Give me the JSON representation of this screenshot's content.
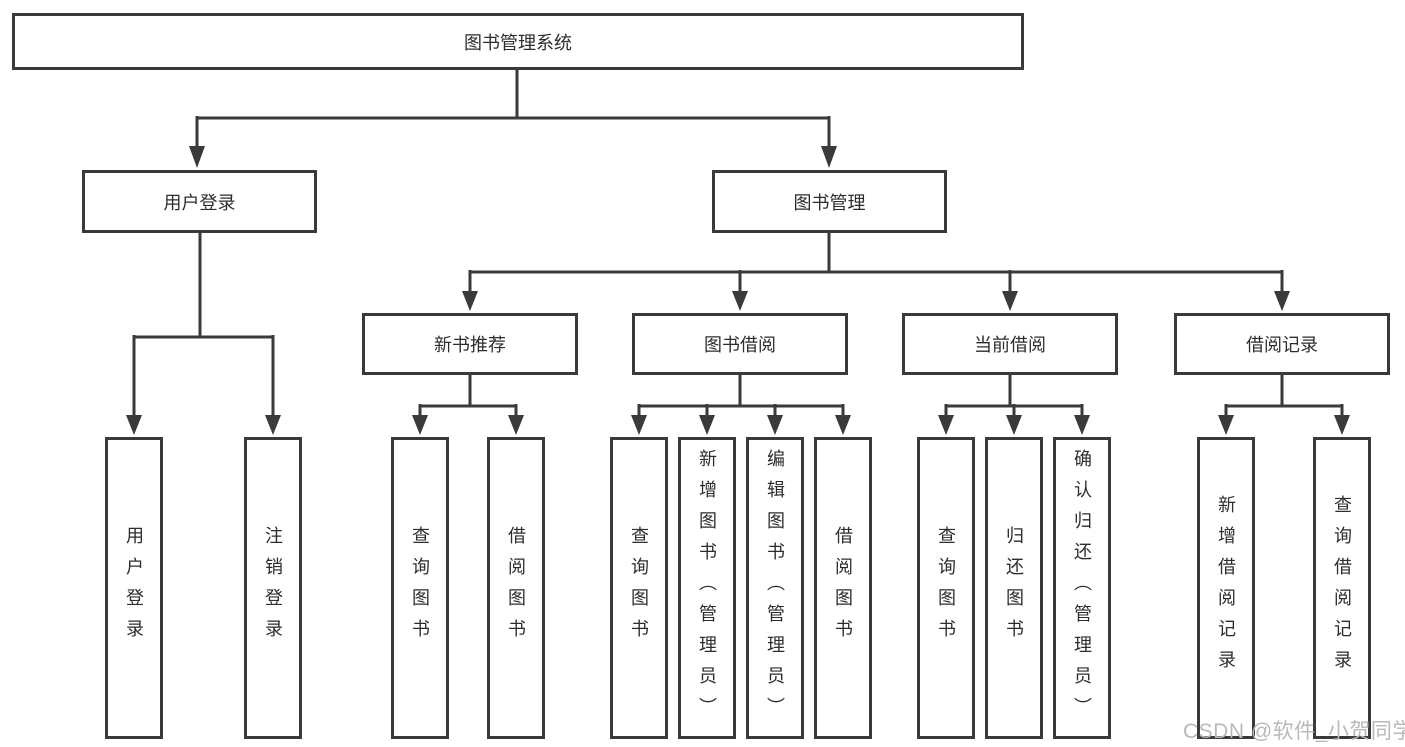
{
  "diagram": {
    "title": "图书管理系统",
    "branches": {
      "user_login": {
        "label": "用户登录",
        "children": [
          "用户登录",
          "注销登录"
        ]
      },
      "book_management": {
        "label": "图书管理",
        "sections": [
          {
            "label": "新书推荐",
            "children": [
              "查询图书",
              "借阅图书"
            ]
          },
          {
            "label": "图书借阅",
            "children": [
              "查询图书",
              "新增图书（管理员）",
              "编辑图书（管理员）",
              "借阅图书"
            ]
          },
          {
            "label": "当前借阅",
            "children": [
              "查询图书",
              "归还图书",
              "确认归还（管理员）"
            ]
          },
          {
            "label": "借阅记录",
            "children": [
              "新增借阅记录",
              "查询借阅记录"
            ]
          }
        ]
      }
    },
    "watermark": "CSDN @软件_小贺同学",
    "colors": {
      "line": "#3a3a3a",
      "text": "#2d2d2d",
      "watermark": "#b9b9b9",
      "background": "#ffffff"
    }
  }
}
